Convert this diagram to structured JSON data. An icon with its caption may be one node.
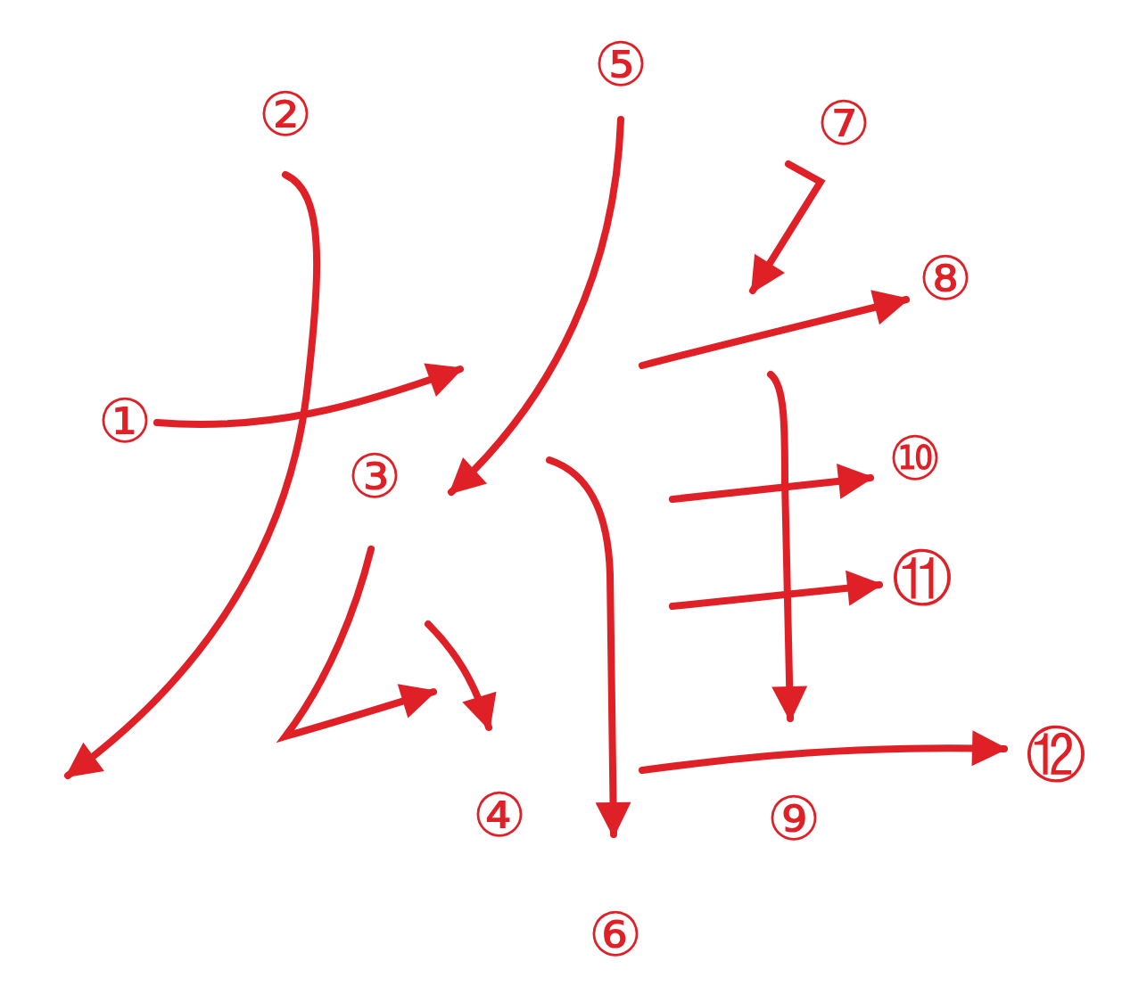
{
  "diagram": {
    "labels": [
      "①",
      "②",
      "③",
      "④",
      "⑤",
      "⑥",
      "⑦",
      "⑧",
      "⑨",
      "⑩",
      "⑪",
      "⑫"
    ]
  }
}
